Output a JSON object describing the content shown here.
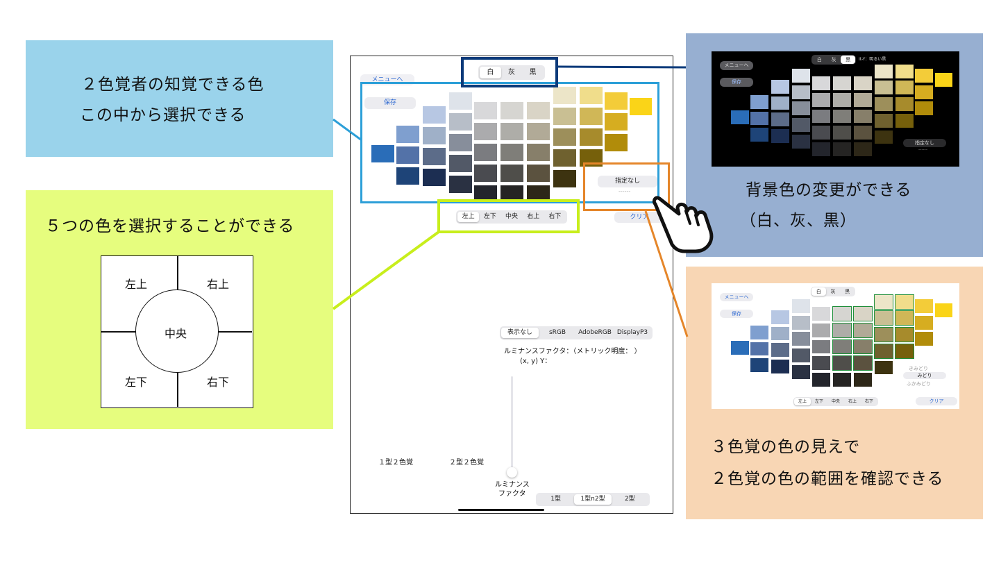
{
  "panels": {
    "blue": {
      "line1": "２色覚者の知覚できる色",
      "line2": "この中から選択できる"
    },
    "green": {
      "title": "５つの色を選択することができる",
      "grid": {
        "top_left": "左上",
        "top_right": "右上",
        "center": "中央",
        "bottom_left": "左下",
        "bottom_right": "右下"
      }
    },
    "slate": {
      "line1": "背景色の変更ができる",
      "line2": "（白、灰、黒）"
    },
    "peach": {
      "line1": "３色覚の色の見えで",
      "line2": "２色覚の色の範囲を確認できる"
    }
  },
  "ipad": {
    "menu_button": "メニューへ",
    "save_button": "保存",
    "background_options": [
      "白",
      "灰",
      "黒"
    ],
    "background_selected": "白",
    "unspecified_label": "指定なし",
    "dashes": "------",
    "clear_button": "クリア",
    "position_tabs": [
      "左上",
      "左下",
      "中央",
      "右上",
      "右下"
    ],
    "position_selected": "左上",
    "colorspace_tabs": [
      "表示なし",
      "sRGB",
      "AdobeRGB",
      "DisplayP3"
    ],
    "colorspace_selected": "表示なし",
    "luminance_text": "ルミナンスファクタ：（メトリック明度：   ）",
    "xy_text": "(x, y) Y：",
    "type1_label": "１型２色覚",
    "type2_label": "２型２色覚",
    "slider_label_1": "ルミナンス",
    "slider_label_2": "ファクタ",
    "type_tabs": [
      "1型",
      "1型n2型",
      "2型"
    ],
    "type_selected": "1型n2型"
  },
  "dark_shot": {
    "tabs": [
      "白",
      "灰",
      "黒"
    ],
    "selected": "黒",
    "subtitle": "It-Y：明るい黒",
    "menu_button": "メニューへ",
    "save_button": "保存",
    "unspecified_label": "指定なし",
    "dashes": "------"
  },
  "light_shot": {
    "tabs": [
      "白",
      "灰",
      "黒"
    ],
    "menu_button": "メニューへ",
    "save_button": "保存",
    "picker": [
      "きみどり",
      "みどり",
      "ふかみどり"
    ],
    "picker_selected": "みどり",
    "position_tabs": [
      "左上",
      "左下",
      "中央",
      "右上",
      "右下"
    ],
    "clear_button": "クリア"
  },
  "colors": {
    "panel_blue": "#9ad3eb",
    "panel_green": "#e6fd7e",
    "panel_slate": "#97afd1",
    "panel_peach": "#f8d6b4",
    "highlight_cyan": "#2c9fd8",
    "highlight_navy": "#0b3a7a",
    "highlight_lime": "#c8ee1c",
    "highlight_orange": "#e5862a",
    "accent_link": "#2b67d1"
  }
}
